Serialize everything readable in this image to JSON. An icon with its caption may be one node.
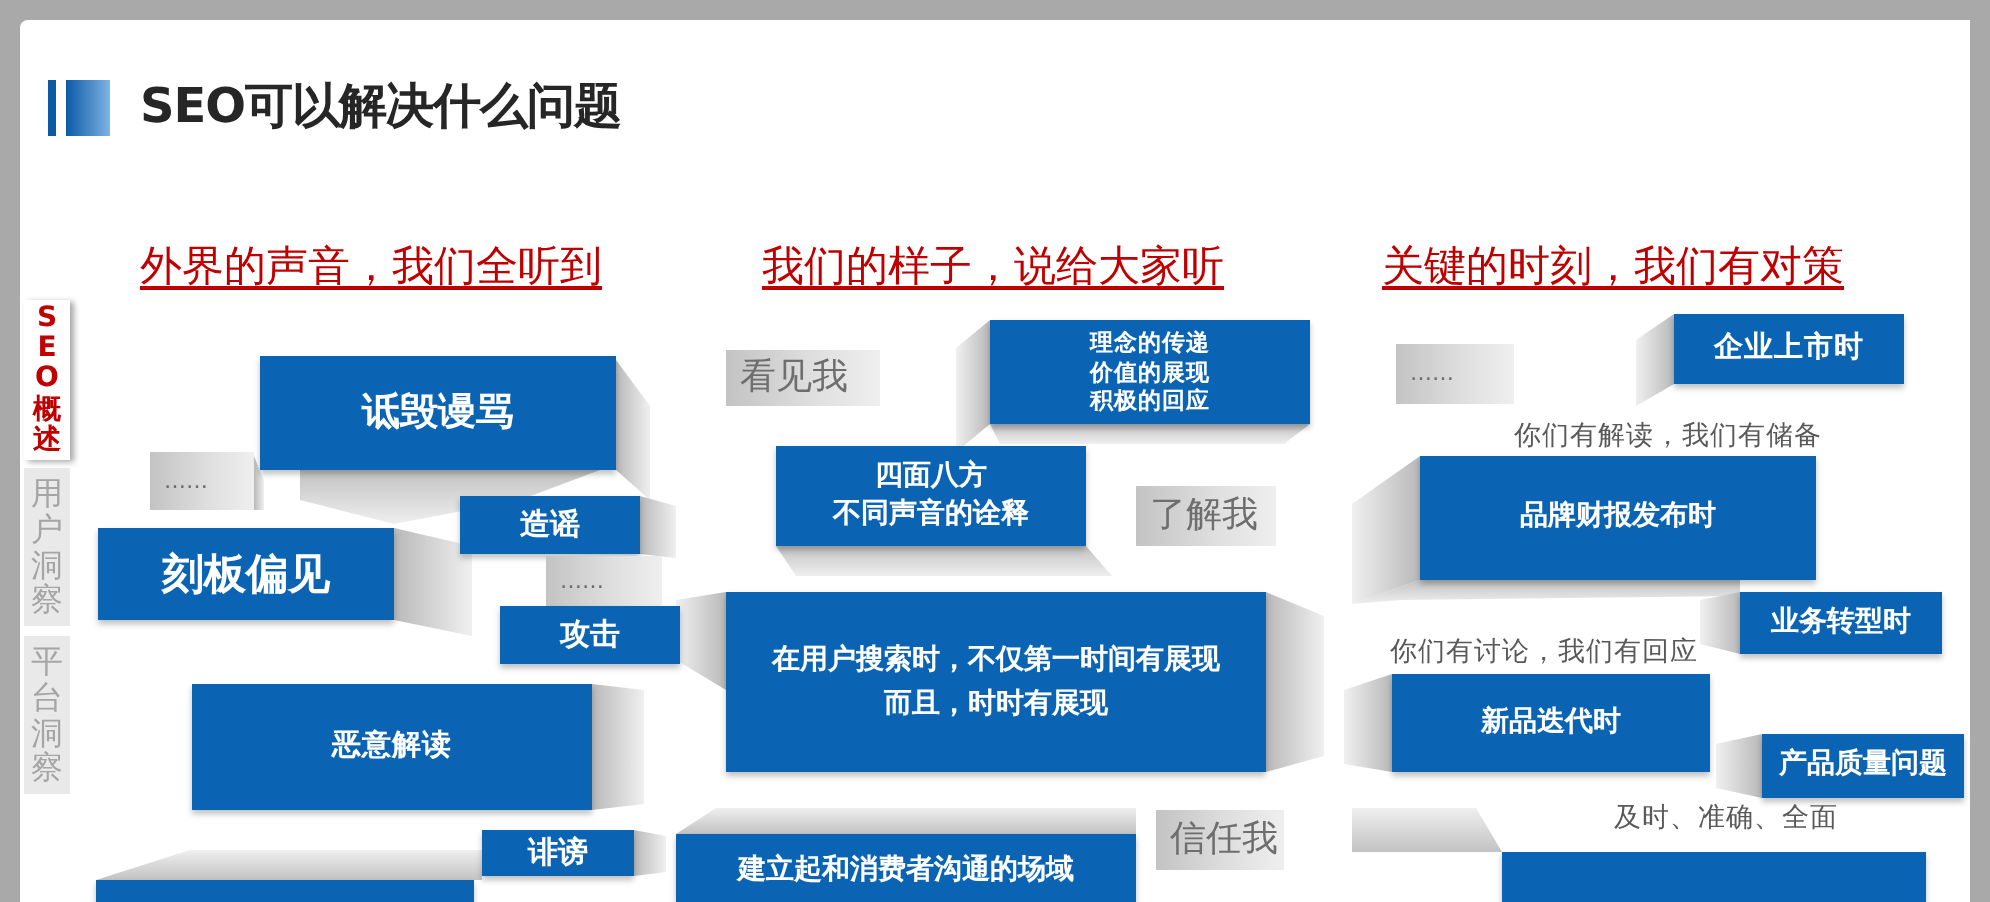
{
  "diagram": {
    "title": "SEO可以解决什么问题",
    "nodes": [
      {
        "text": [
          "SEO概述"
        ]
      },
      {
        "text": [
          "用户洞察"
        ]
      },
      {
        "text": [
          "平台洞察"
        ]
      },
      {
        "text": [
          "诋毁谩骂"
        ]
      },
      {
        "text": [
          "……"
        ]
      },
      {
        "text": [
          "造谣"
        ]
      },
      {
        "text": [
          "刻板偏见"
        ]
      },
      {
        "text": [
          "……"
        ]
      },
      {
        "text": [
          "攻击"
        ]
      },
      {
        "text": [
          "恶意解读"
        ]
      },
      {
        "text": [
          "诽谤"
        ]
      },
      {
        "text": [],
        "shape": "box"
      },
      {
        "text": [
          "看见我"
        ]
      },
      {
        "text": [
          "理念的传递",
          "价值的展现",
          "积极的回应"
        ]
      },
      {
        "text": [
          "四面八方",
          "不同声音的诠释"
        ]
      },
      {
        "text": [
          "了解我"
        ]
      },
      {
        "text": [
          "在用户搜索时，不仅第一时间有展现",
          "而且，时时有展现"
        ]
      },
      {
        "text": [
          "信任我"
        ]
      },
      {
        "text": [
          "建立起和消费者沟通的场域"
        ]
      },
      {
        "text": [
          "……"
        ]
      },
      {
        "text": [
          "企业上市时"
        ]
      },
      {
        "text": [
          "品牌财报发布时"
        ]
      },
      {
        "text": [
          "业务转型时"
        ]
      },
      {
        "text": [
          "新品迭代时"
        ]
      },
      {
        "text": [
          "产品质量问题"
        ]
      },
      {
        "text": [],
        "shape": "box"
      }
    ],
    "labels": [
      "外界的声音，我们全听到",
      "我们的样子，说给大家听",
      "关键的时刻，我们有对策",
      "你们有解读，我们有储备",
      "你们有讨论，我们有回应",
      "及时、准确、全面"
    ]
  }
}
